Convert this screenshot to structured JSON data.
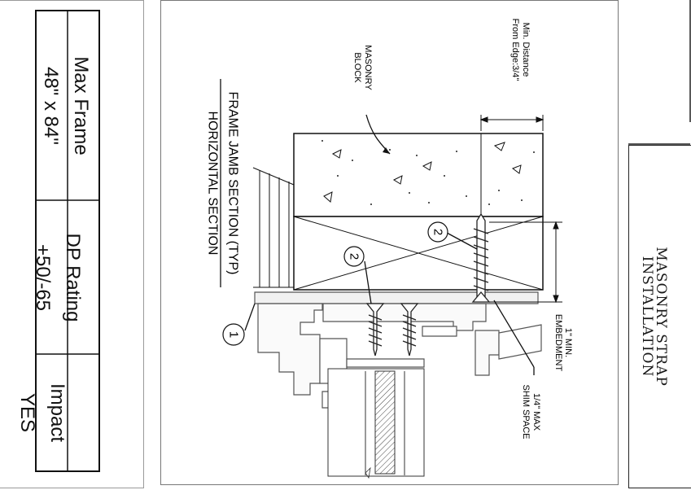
{
  "specs": [
    {
      "label": "Max Frame",
      "value": "48\" x 84\""
    },
    {
      "label": "DP Rating",
      "value": "+50/-65"
    },
    {
      "label": "Impact",
      "value": "YES"
    }
  ],
  "drawing": {
    "section_title": "FRAME JAMB SECTION (TYP)",
    "section_subtitle": "HORIZONTAL SECTION",
    "masonry_label_1": "MASONRY",
    "masonry_label_2": "BLOCK",
    "min_distance_1": "Min. Distance",
    "min_distance_2": "From Edge:3/4\"",
    "embedment_1": "1\" MIN.",
    "embedment_2": "EMBEDMENT",
    "shim_1": "1/4\" MAX",
    "shim_2": "SHIM SPACE",
    "callout_1": "1",
    "callout_2a": "2",
    "callout_2b": "2"
  },
  "title_block": {
    "title_1": "MASONRY STRAP",
    "title_2": "INSTALLATION"
  }
}
